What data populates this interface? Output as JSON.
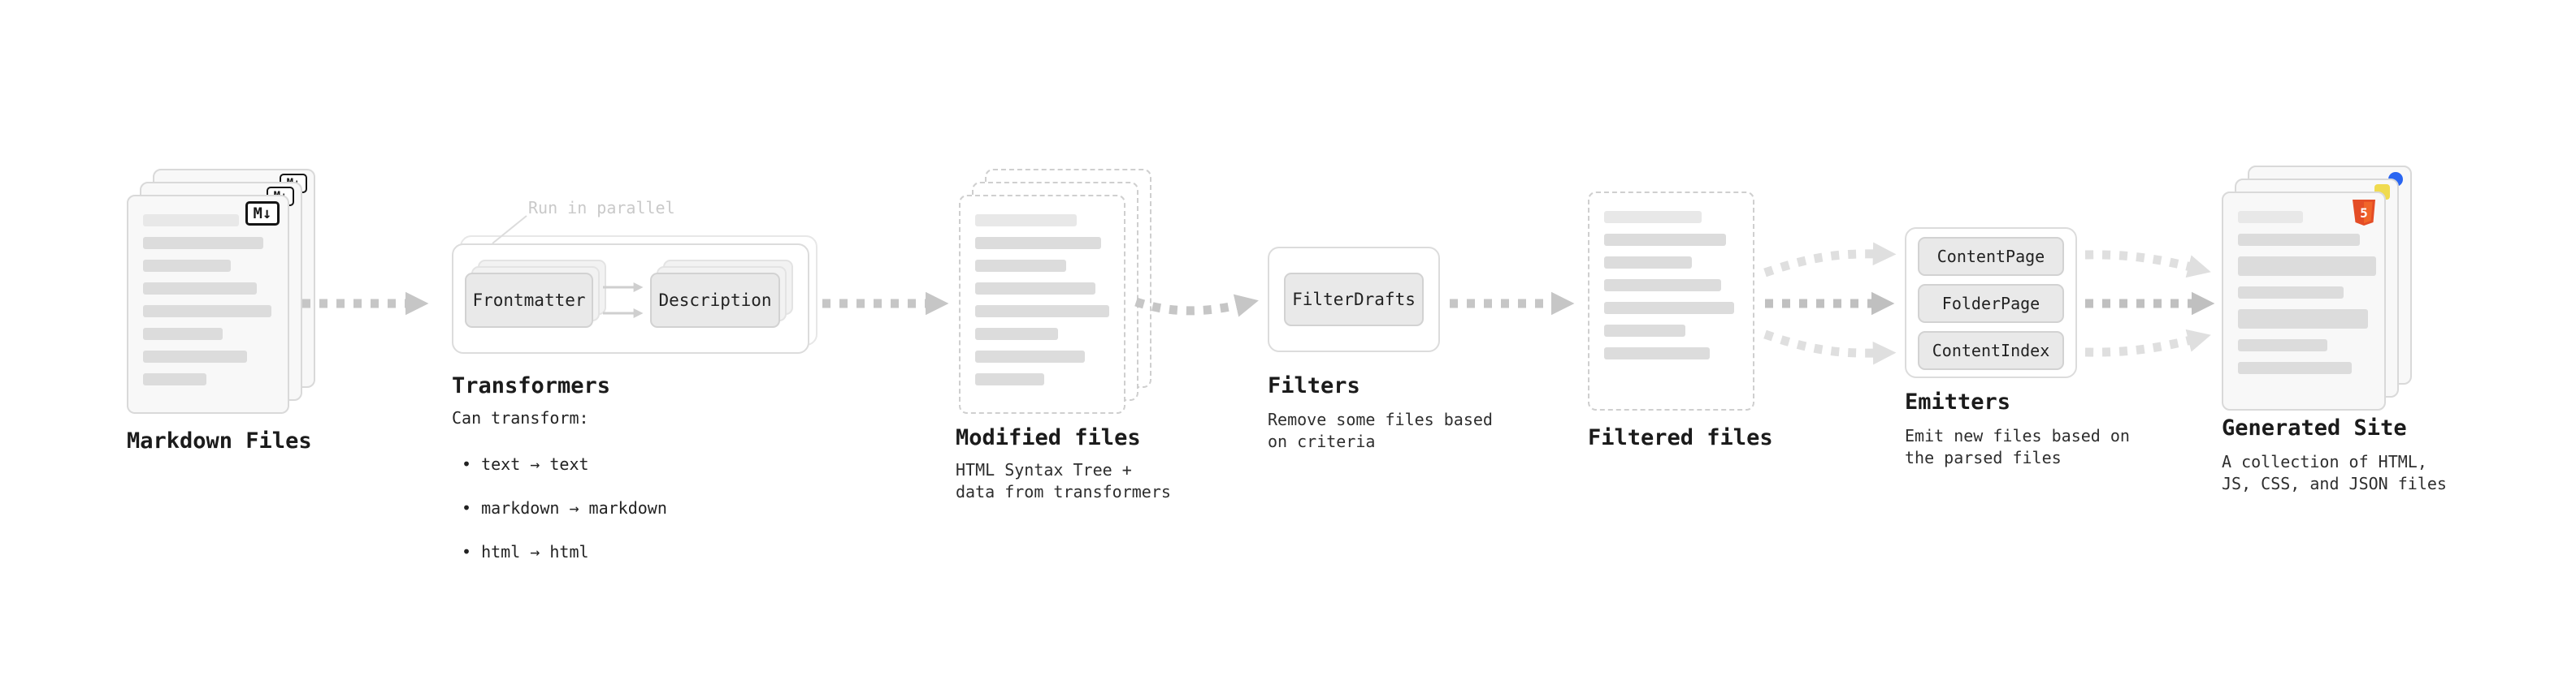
{
  "diagram": {
    "markdown_files": {
      "label": "Markdown Files",
      "badge": "M↓"
    },
    "transformers": {
      "parallel_note": "Run in parallel",
      "step1": "Frontmatter",
      "step2": "Description",
      "label": "Transformers",
      "caption_title": "Can transform:",
      "items": [
        "• text → text",
        "• markdown → markdown",
        "• html → html"
      ]
    },
    "modified_files": {
      "label": "Modified files",
      "caption": "HTML Syntax Tree +\ndata from transformers"
    },
    "filters": {
      "label": "Filters",
      "step": "FilterDrafts",
      "caption": "Remove some files based\non criteria"
    },
    "filtered_files": {
      "label": "Filtered files"
    },
    "emitters": {
      "label": "Emitters",
      "steps": [
        "ContentPage",
        "FolderPage",
        "ContentIndex"
      ],
      "caption": "Emit new files based on\nthe parsed files"
    },
    "generated_site": {
      "label": "Generated Site",
      "caption": "A collection of HTML,\nJS, CSS, and JSON files",
      "html_badge_text": "5"
    }
  },
  "colors": {
    "background": "#ffffff",
    "arrow": "#c6c6c6",
    "arrow_mid": "#c0c0c0",
    "arrow_light": "#dfdfdf",
    "doc_border": "#d9d9d9",
    "text_bar": "#dcdcdc",
    "html5_orange": "#e44d26",
    "js_yellow": "#f0db4f",
    "css_blue": "#2965f1",
    "text": "#1b1b1b"
  }
}
